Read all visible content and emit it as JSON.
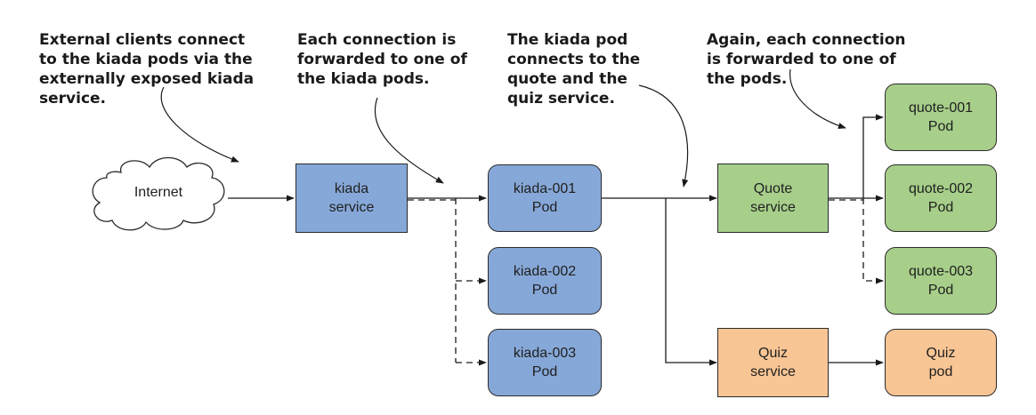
{
  "annotations": [
    "External clients connect\nto the kiada pods via the\nexternally exposed kiada\nservice.",
    "Each connection is\nforwarded to one of\nthe kiada pods.",
    "The kiada pod\nconnects to the\nquote and the\nquiz service.",
    "Again, each connection\nis forwarded to one of\nthe pods."
  ],
  "internet": {
    "label": "Internet"
  },
  "kiada_service": {
    "line1": "kiada",
    "line2": "service"
  },
  "kiada_pods": [
    {
      "line1": "kiada-001",
      "line2": "Pod"
    },
    {
      "line1": "kiada-002",
      "line2": "Pod"
    },
    {
      "line1": "kiada-003",
      "line2": "Pod"
    }
  ],
  "quote_service": {
    "line1": "Quote",
    "line2": "service"
  },
  "quiz_service": {
    "line1": "Quiz",
    "line2": "service"
  },
  "quote_pods": [
    {
      "line1": "quote-001",
      "line2": "Pod"
    },
    {
      "line1": "quote-002",
      "line2": "Pod"
    },
    {
      "line1": "quote-003",
      "line2": "Pod"
    }
  ],
  "quiz_pod": {
    "line1": "Quiz",
    "line2": "pod"
  },
  "colors": {
    "kiada": "#86a8d8",
    "quote": "#a7cf8a",
    "quiz": "#f8c595",
    "cloud": "#ffffff",
    "line": "#1a1a1a"
  }
}
